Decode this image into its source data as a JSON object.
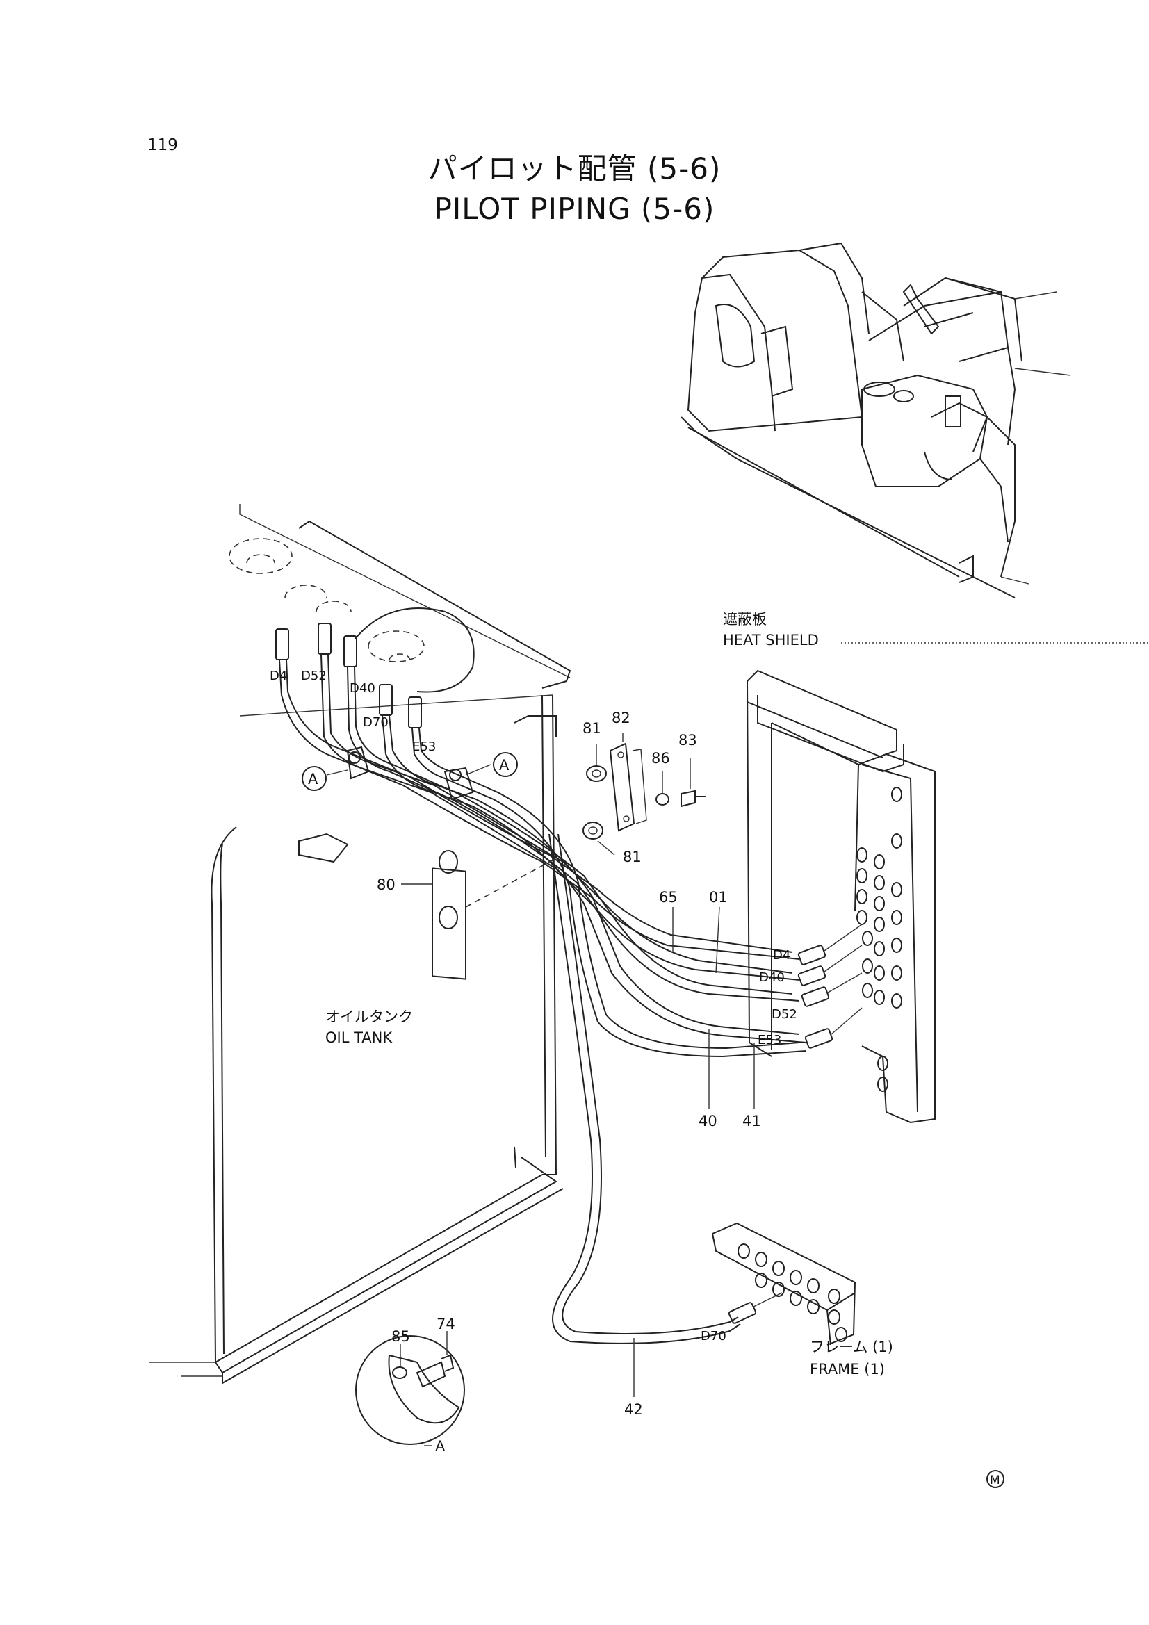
{
  "page_number": "119",
  "title": {
    "jp": "パイロット配管 (5-6)",
    "en": "PILOT PIPING (5-6)"
  },
  "callouts": {
    "heat_shield_jp": "遮蔽板",
    "heat_shield_en": "HEAT SHIELD",
    "oil_tank_jp": "オイルタンク",
    "oil_tank_en": "OIL TANK",
    "frame_jp": "フレーム (1)",
    "frame_en": "FRAME (1)"
  },
  "part_numbers": {
    "p81a": "81",
    "p82": "82",
    "p83": "83",
    "p86": "86",
    "p81b": "81",
    "p80": "80",
    "p65": "65",
    "p01": "01",
    "p40": "40",
    "p41": "41",
    "p42": "42",
    "p85": "85",
    "p74": "74"
  },
  "port_codes": {
    "top_d4": "D4",
    "top_d52": "D52",
    "top_d40": "D40",
    "top_d70": "D70",
    "top_e53": "E53",
    "right_d4": "D4",
    "right_d40": "D40",
    "right_d52": "D52",
    "right_e53": "E53",
    "frame_d70": "D70"
  },
  "detail_refs": {
    "ref_a_left": "A",
    "ref_a_right": "A",
    "detail_a": "A"
  },
  "maker_mark": "M"
}
